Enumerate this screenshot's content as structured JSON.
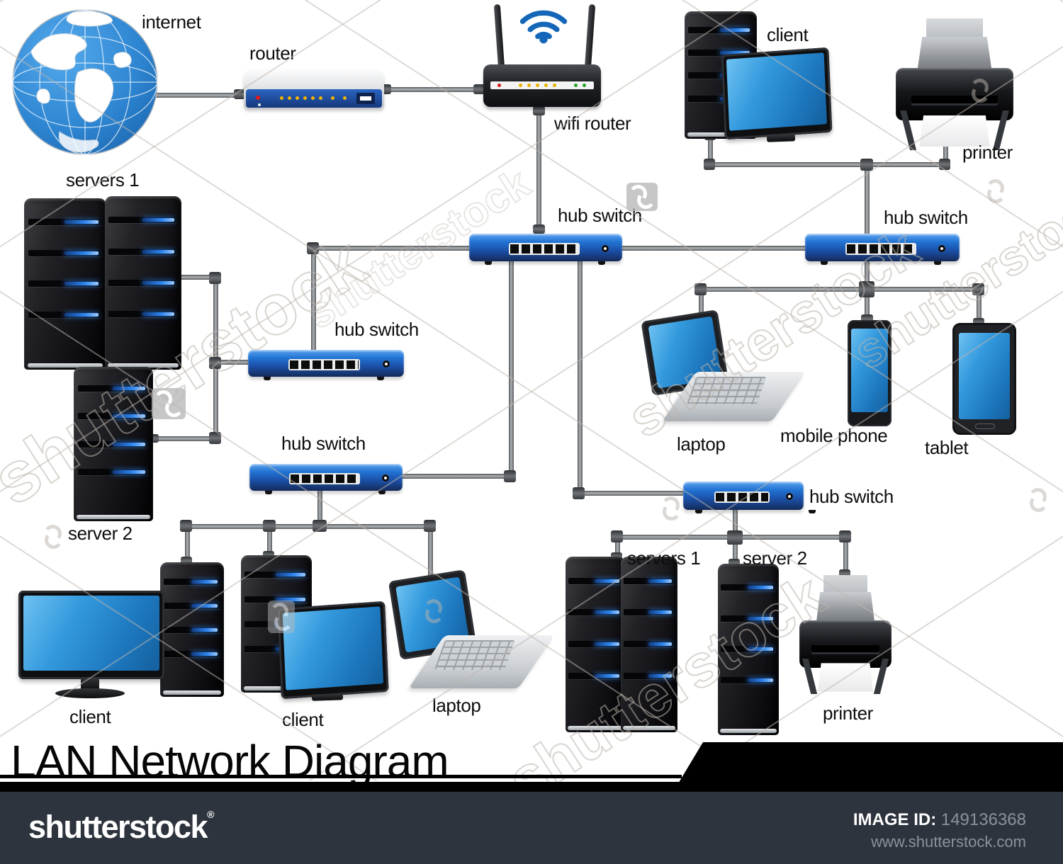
{
  "title": {
    "text": "LAN Network Diagram"
  },
  "labels": {
    "internet": "internet",
    "router": "router",
    "wifi_router": "wifi router",
    "hub_switch": "hub switch",
    "client": "client",
    "printer": "printer",
    "servers_1": "servers 1",
    "server_2": "server 2",
    "laptop": "laptop",
    "mobile_phone": "mobile phone",
    "tablet": "tablet"
  },
  "watermark": {
    "brand": "shutterstock"
  },
  "footer": {
    "brand": "shutterstock",
    "registered_mark": "®",
    "image_id_label": "IMAGE ID:",
    "image_id": "149136368",
    "website": "www.shutterstock.com"
  },
  "colors": {
    "switch_blue_top": "#2a7ddd",
    "switch_blue_bottom": "#17305f",
    "screen_blue": "#2d8fd0",
    "wifi_blue": "#1467b8",
    "led_blue": "#2e86f0",
    "cable_gray": "#787b7e",
    "footer_bg": "#2e343d",
    "footer_text": "#8b929c"
  },
  "connections": [
    "internet — router",
    "router — wifi router",
    "wifi router — hub switch (center)",
    "hub switch (center) — hub switch (left)",
    "hub switch (center) — hub switch (right)",
    "hub switch (center) — hub switch (bottom left)",
    "hub switch (center) — hub switch (bottom right)",
    "hub switch (left) — servers 1",
    "hub switch (left) — server 2",
    "hub switch (right) — client",
    "hub switch (right) — printer",
    "hub switch (right) — laptop",
    "hub switch (right) — mobile phone",
    "hub switch (right) — tablet",
    "hub switch (bottom left) — client",
    "hub switch (bottom left) — client",
    "hub switch (bottom left) — laptop",
    "hub switch (bottom right) — servers 1",
    "hub switch (bottom right) — server 2",
    "hub switch (bottom right) — printer"
  ]
}
